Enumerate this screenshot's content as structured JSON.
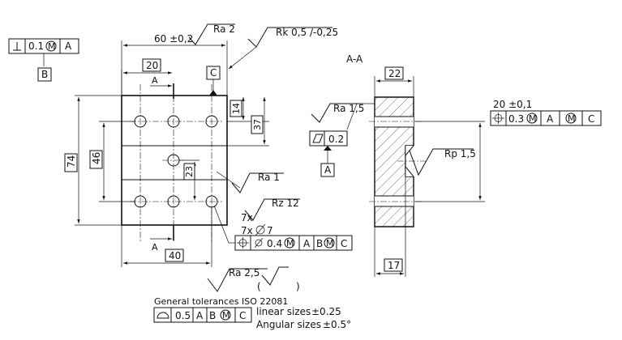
{
  "front_view": {
    "dim_width": "60 ±0,2",
    "dim_top_hole_offset": "20",
    "dim_bottom_hole_offset": "40",
    "dim_height": "74",
    "dim_hole_span": "46",
    "dim_middle_hole": "23",
    "dim_top_to_hole": "14",
    "dim_top_to_mid": "37",
    "section_letter": "A",
    "datum_c": "C",
    "datum_b": "B",
    "perp_fcf": {
      "tolerance": "0.1",
      "modifier": "M",
      "datum": "A"
    },
    "surface_ra2": "Ra 2",
    "surface_rk": "Rk 0,5  /-0,25",
    "surface_ra1": "Ra 1",
    "surface_rz12": "Rz 12",
    "holes_count_a": "7x",
    "holes_count_b": "7x",
    "hole_diameter": "7",
    "position_fcf": {
      "tolerance": "0.4",
      "modifier": "M",
      "datum_a": "A",
      "datum_b": "B",
      "datum_c": "C"
    }
  },
  "section_view": {
    "title": "A-A",
    "dim_top": "22",
    "dim_bottom": "17",
    "surface_ra15": "Ra 1,5",
    "flatness_value": "0.2",
    "datum_a": "A",
    "dim_center": "20 ±0,1",
    "position_fcf": {
      "tolerance": "0.3",
      "modifier": "M",
      "datum_a": "A",
      "datum_m": "M",
      "datum_c": "C"
    },
    "surface_rp": "Rp 1,5"
  },
  "general": {
    "surface_ra25": "Ra 2,5",
    "paren_open": "(",
    "paren_close": ")",
    "tolerances_label": "General tolerances ISO 22081",
    "profile_fcf": {
      "tolerance": "0.5",
      "datum_a": "A",
      "datum_b": "B",
      "modifier": "M",
      "datum_c": "C"
    },
    "linear_label": "linear sizes",
    "linear_value": "±0.25",
    "angular_label": "Angular sizes",
    "angular_value": "±0.5°"
  },
  "symbols": {
    "perpendicularity": "perpendicularity-icon",
    "position": "position-icon",
    "flatness": "flatness-icon",
    "profile": "surface-profile-icon",
    "diameter": "diameter-icon",
    "roughness": "roughness-check-icon"
  }
}
